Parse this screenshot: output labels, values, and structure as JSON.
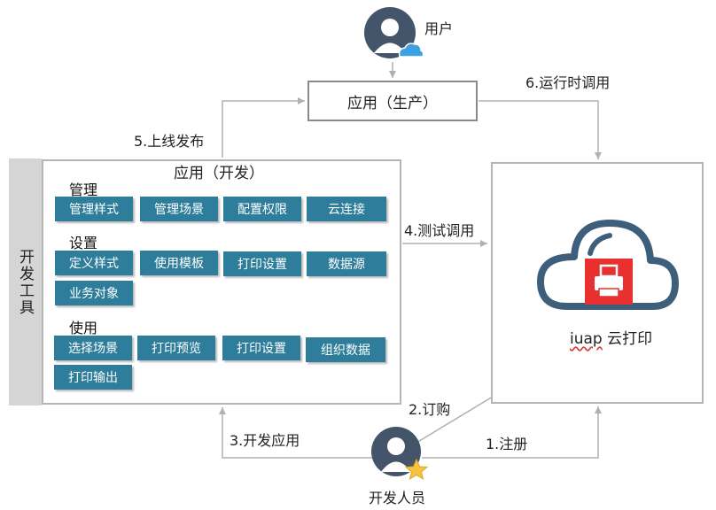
{
  "user": {
    "label": "用户",
    "icon": "user-avatar-cloud-icon"
  },
  "developer": {
    "label": "开发人员",
    "icon": "developer-avatar-star-icon"
  },
  "production_app": {
    "label": "应用（生产）"
  },
  "dev_tools": {
    "label": "开发工具"
  },
  "dev_app": {
    "title": "应用（开发）",
    "sections": [
      {
        "title": "管理",
        "items": [
          "管理样式",
          "管理场景",
          "配置权限",
          "云连接"
        ]
      },
      {
        "title": "设置",
        "items": [
          "定义样式",
          "使用模板",
          "打印设置",
          "数据源",
          "业务对象"
        ]
      },
      {
        "title": "使用",
        "items": [
          "选择场景",
          "打印预览",
          "打印设置",
          "组织数据",
          "打印输出"
        ]
      }
    ]
  },
  "cloud_print": {
    "brand": "iuap",
    "label": "云打印",
    "icon": "printer-icon"
  },
  "flows": {
    "register": "1.注册",
    "subscribe": "2.订购",
    "develop": "3.开发应用",
    "test_call": "4.测试调用",
    "publish": "5.上线发布",
    "runtime_call": "6.运行时调用"
  },
  "colors": {
    "chip": "#2e7d9b",
    "cloud_outline": "#3d5f7c",
    "printer_bg": "#e8302e",
    "avatar": "#44546a",
    "arrow": "#b0b0b0"
  }
}
